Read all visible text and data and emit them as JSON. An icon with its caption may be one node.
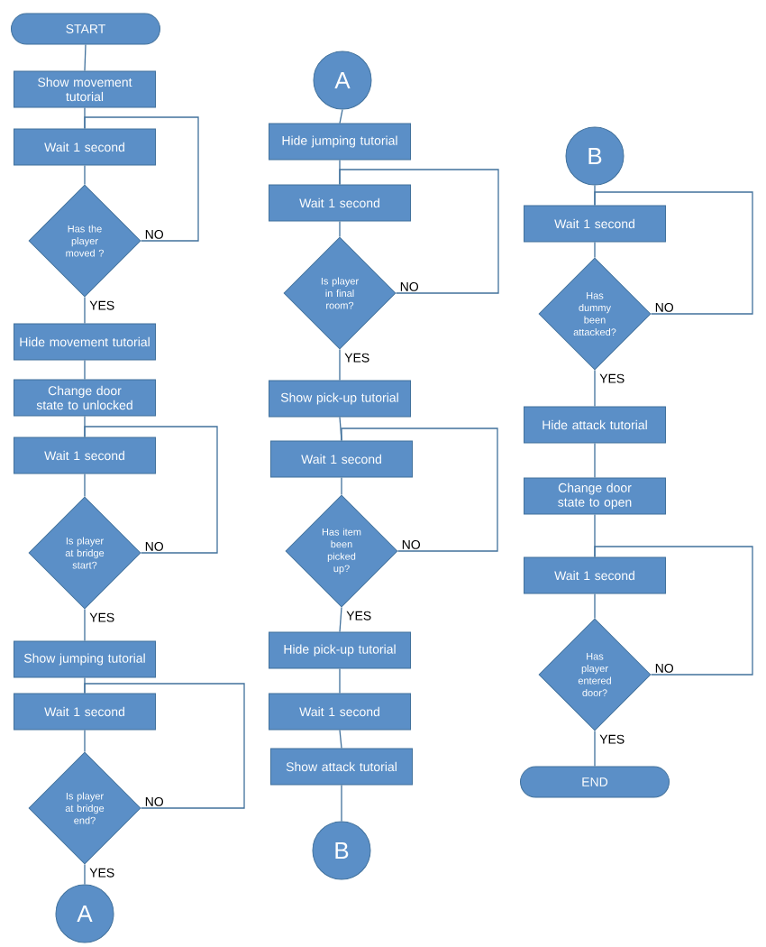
{
  "diagram": {
    "nodes": [
      {
        "text": [
          "START"
        ]
      },
      {
        "text": [
          "Show movement tutorial"
        ]
      },
      {
        "text": [
          "Wait 1 second"
        ]
      },
      {
        "text": [
          "Has the player moved ?"
        ]
      },
      {
        "text": [
          "Hide movement tutorial"
        ]
      },
      {
        "text": [
          "Change door state to unlocked"
        ]
      },
      {
        "text": [
          "Wait 1 second"
        ]
      },
      {
        "text": [
          "Is player at bridge start?"
        ]
      },
      {
        "text": [
          "Show jumping tutorial"
        ]
      },
      {
        "text": [
          "Wait 1 second"
        ]
      },
      {
        "text": [
          "Is player at bridge end?"
        ]
      },
      {
        "text": [
          "A"
        ]
      },
      {
        "text": [
          "A"
        ]
      },
      {
        "text": [
          "Hide jumping tutorial"
        ]
      },
      {
        "text": [
          "Wait 1 second"
        ]
      },
      {
        "text": [
          "Is player in final room?"
        ]
      },
      {
        "text": [
          "Show pick-up tutorial"
        ]
      },
      {
        "text": [
          "Wait 1 second"
        ]
      },
      {
        "text": [
          "Has item been picked up?"
        ]
      },
      {
        "text": [
          "Hide pick-up tutorial"
        ]
      },
      {
        "text": [
          "Wait 1 second"
        ]
      },
      {
        "text": [
          "Show attack tutorial"
        ]
      },
      {
        "text": [
          "B"
        ]
      },
      {
        "text": [
          "B"
        ]
      },
      {
        "text": [
          "Wait 1 second"
        ]
      },
      {
        "text": [
          "Has dummy been attacked?"
        ]
      },
      {
        "text": [
          "Hide attack tutorial"
        ]
      },
      {
        "text": [
          "Change door state to open"
        ]
      },
      {
        "text": [
          "Wait 1 second"
        ]
      },
      {
        "text": [
          "Has player entered door?"
        ]
      },
      {
        "text": [
          "END"
        ]
      }
    ],
    "edges": [
      {
        "from": 0,
        "to": 1,
        "arrow": "none"
      },
      {
        "from": 1,
        "to": 2,
        "arrow": "none"
      },
      {
        "from": 2,
        "to": 3,
        "arrow": "none"
      },
      {
        "from": 3,
        "to": 4,
        "arrow": "none",
        "label": "YES"
      },
      {
        "from": 3,
        "to": 2,
        "arrow": "none",
        "label": "NO"
      },
      {
        "from": 4,
        "to": 5,
        "arrow": "none"
      },
      {
        "from": 5,
        "to": 6,
        "arrow": "none"
      },
      {
        "from": 6,
        "to": 7,
        "arrow": "none"
      },
      {
        "from": 7,
        "to": 8,
        "arrow": "none",
        "label": "YES"
      },
      {
        "from": 7,
        "to": 6,
        "arrow": "none",
        "label": "NO"
      },
      {
        "from": 8,
        "to": 9,
        "arrow": "none"
      },
      {
        "from": 9,
        "to": 10,
        "arrow": "none"
      },
      {
        "from": 10,
        "to": 11,
        "arrow": "none",
        "label": "YES"
      },
      {
        "from": 10,
        "to": 9,
        "arrow": "none",
        "label": "NO"
      },
      {
        "from": 12,
        "to": 13,
        "arrow": "none"
      },
      {
        "from": 13,
        "to": 14,
        "arrow": "none"
      },
      {
        "from": 14,
        "to": 15,
        "arrow": "none"
      },
      {
        "from": 15,
        "to": 16,
        "arrow": "none",
        "label": "YES"
      },
      {
        "from": 15,
        "to": 14,
        "arrow": "none",
        "label": "NO"
      },
      {
        "from": 16,
        "to": 17,
        "arrow": "none"
      },
      {
        "from": 17,
        "to": 18,
        "arrow": "none"
      },
      {
        "from": 18,
        "to": 19,
        "arrow": "none",
        "label": "YES"
      },
      {
        "from": 18,
        "to": 17,
        "arrow": "none",
        "label": "NO"
      },
      {
        "from": 19,
        "to": 20,
        "arrow": "none"
      },
      {
        "from": 20,
        "to": 21,
        "arrow": "none"
      },
      {
        "from": 21,
        "to": 22,
        "arrow": "none"
      },
      {
        "from": 23,
        "to": 24,
        "arrow": "none"
      },
      {
        "from": 24,
        "to": 25,
        "arrow": "none"
      },
      {
        "from": 25,
        "to": 26,
        "arrow": "none",
        "label": "YES"
      },
      {
        "from": 25,
        "to": 24,
        "arrow": "none",
        "label": "NO"
      },
      {
        "from": 26,
        "to": 27,
        "arrow": "none"
      },
      {
        "from": 27,
        "to": 28,
        "arrow": "none"
      },
      {
        "from": 28,
        "to": 29,
        "arrow": "none"
      },
      {
        "from": 29,
        "to": 30,
        "arrow": "none",
        "label": "YES"
      },
      {
        "from": 29,
        "to": 28,
        "arrow": "none",
        "label": "NO"
      }
    ]
  }
}
